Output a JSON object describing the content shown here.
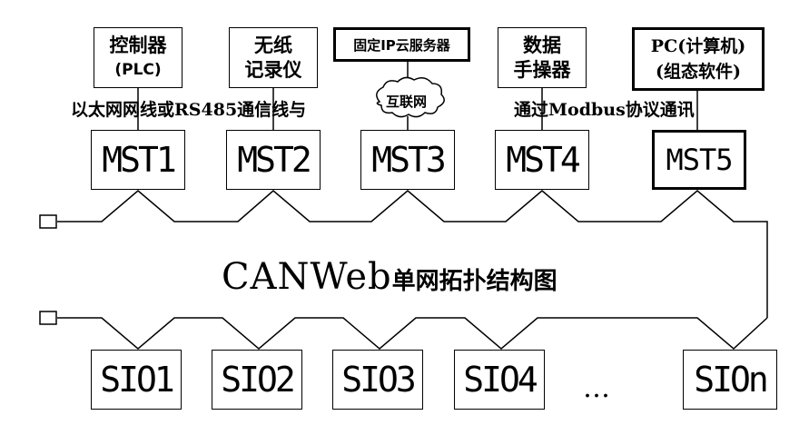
{
  "devices": {
    "plc": {
      "line1": "控制器",
      "line2": "(PLC)"
    },
    "recorder": {
      "line1": "无纸",
      "line2": "记录仪"
    },
    "cloud_server": {
      "label": "固定IP云服务器"
    },
    "handheld": {
      "line1": "数据",
      "line2": "手操器"
    },
    "pc": {
      "line1": "PC(计算机)",
      "line2": "(组态软件)"
    }
  },
  "internet_label": "互联网",
  "notes": {
    "left": "以太网网线或RS485通信线与",
    "right": "通过Modbus协议通讯"
  },
  "mst_nodes": [
    "MST1",
    "MST2",
    "MST3",
    "MST4",
    "MST5"
  ],
  "sio_nodes": [
    "SIO1",
    "SIO2",
    "SIO3",
    "SIO4",
    "SIOn"
  ],
  "ellipsis": "…",
  "title": {
    "en": "CANWeb",
    "cn": "单网拓扑结构图"
  }
}
